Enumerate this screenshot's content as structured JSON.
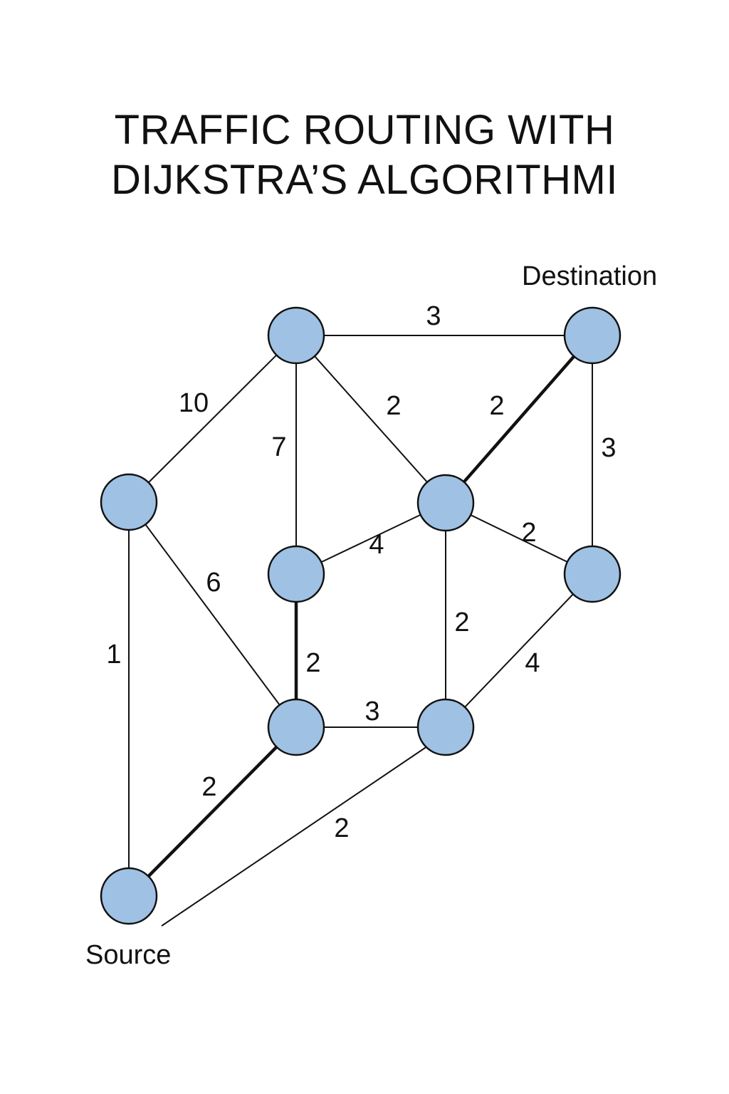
{
  "title": {
    "line1": "TRAFFIC ROUTING WITH",
    "line2": "DIJKSTRA’S ALGORITHMI"
  },
  "colors": {
    "node_fill": "#9fc1e3",
    "edge": "#111111",
    "path": "#cc1f1f"
  },
  "labels": {
    "source": "Source",
    "destination": "Destination"
  },
  "graph": {
    "nodes": [
      {
        "id": "source"
      },
      {
        "id": "left"
      },
      {
        "id": "top-mid"
      },
      {
        "id": "destination"
      },
      {
        "id": "center"
      },
      {
        "id": "mid-left"
      },
      {
        "id": "right"
      },
      {
        "id": "bottom-left"
      },
      {
        "id": "bottom-right"
      }
    ],
    "edges": [
      {
        "from": "top-mid",
        "to": "destination",
        "weight": "3",
        "highlight": false
      },
      {
        "from": "left",
        "to": "top-mid",
        "weight": "10",
        "highlight": false
      },
      {
        "from": "top-mid",
        "to": "mid-left",
        "weight": "7",
        "highlight": false
      },
      {
        "from": "top-mid",
        "to": "center",
        "weight": "2",
        "highlight": false
      },
      {
        "from": "center",
        "to": "destination",
        "weight": "2",
        "highlight": true
      },
      {
        "from": "destination",
        "to": "right",
        "weight": "3",
        "highlight": false
      },
      {
        "from": "mid-left",
        "to": "center",
        "weight": "4",
        "highlight": false
      },
      {
        "from": "center",
        "to": "right",
        "weight": "2",
        "highlight": false
      },
      {
        "from": "left",
        "to": "bottom-left",
        "weight": "6",
        "highlight": false
      },
      {
        "from": "center",
        "to": "bottom-right",
        "weight": "2",
        "highlight": false
      },
      {
        "from": "left",
        "to": "source",
        "weight": "1",
        "highlight": false
      },
      {
        "from": "mid-left",
        "to": "bottom-left",
        "weight": "2",
        "highlight": true
      },
      {
        "from": "right",
        "to": "bottom-right",
        "weight": "4",
        "highlight": false
      },
      {
        "from": "bottom-left",
        "to": "bottom-right",
        "weight": "3",
        "highlight": false
      },
      {
        "from": "source",
        "to": "bottom-left",
        "weight": "2",
        "highlight": true
      },
      {
        "from": "source",
        "to": "bottom-right",
        "weight": "2",
        "highlight": false
      }
    ]
  }
}
